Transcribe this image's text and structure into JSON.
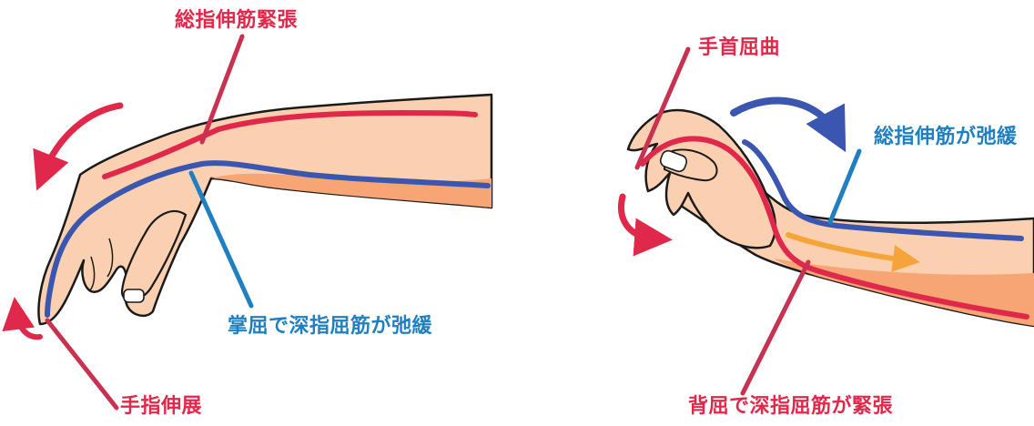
{
  "left_panel": {
    "labels": {
      "extensor_tension": "総指伸筋緊張",
      "flexor_relaxed": "掌屈で深指屈筋が弛緩",
      "finger_extension": "手指伸展"
    }
  },
  "right_panel": {
    "labels": {
      "wrist_flexion": "手首屈曲",
      "extensor_relaxed": "総指伸筋が弛緩",
      "flexor_tension": "背屈で深指屈筋が緊張"
    }
  },
  "colors": {
    "skin": "#fbd0b1",
    "skin_shadow": "#f7a575",
    "outline": "#1a1a1a",
    "tension_red": "#e0284a",
    "pointer_red": "#c8314f",
    "relaxed_blue": "#3b56b0",
    "pointer_blue": "#1f7fc0",
    "motion_orange": "#f5a43a"
  }
}
